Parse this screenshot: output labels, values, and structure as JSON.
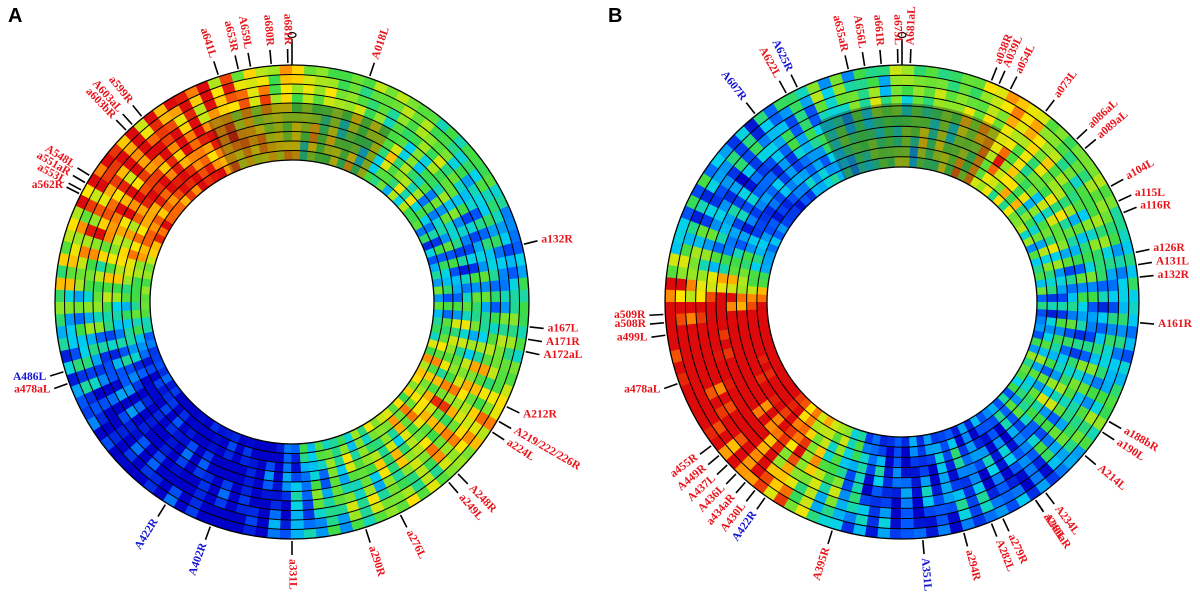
{
  "colors": {
    "red_label": "#e8141b",
    "blue_label": "#1414d2",
    "heat_low": "#0010d8",
    "heat_high": "#e8140c",
    "heat_mid": "#2ecc2e"
  },
  "panels": [
    {
      "letter": "A",
      "labels": [
        {
          "text": "a641L",
          "color": "red"
        },
        {
          "text": "a653R",
          "color": "red"
        },
        {
          "text": "A659L",
          "color": "red"
        },
        {
          "text": "a680R",
          "color": "red"
        },
        {
          "text": "a681R",
          "color": "red"
        },
        {
          "text": "A018L",
          "color": "red"
        },
        {
          "text": "a603bR",
          "color": "red"
        },
        {
          "text": "A603aL",
          "color": "red"
        },
        {
          "text": "a599R",
          "color": "red"
        },
        {
          "text": "a562R",
          "color": "red"
        },
        {
          "text": "a553L",
          "color": "red"
        },
        {
          "text": "a551aR",
          "color": "red"
        },
        {
          "text": "A548L",
          "color": "red"
        },
        {
          "text": "a132R",
          "color": "red"
        },
        {
          "text": "a167L",
          "color": "red"
        },
        {
          "text": "A171R",
          "color": "red"
        },
        {
          "text": "A172aL",
          "color": "red"
        },
        {
          "text": "A486L",
          "color": "blue"
        },
        {
          "text": "a478aL",
          "color": "red"
        },
        {
          "text": "A212R",
          "color": "red"
        },
        {
          "text": "A219/222/226R",
          "color": "red"
        },
        {
          "text": "a224L",
          "color": "red"
        },
        {
          "text": "A248R",
          "color": "red"
        },
        {
          "text": "a249L",
          "color": "red"
        },
        {
          "text": "A422R",
          "color": "blue"
        },
        {
          "text": "A402R",
          "color": "blue"
        },
        {
          "text": "a290R",
          "color": "red"
        },
        {
          "text": "a276L",
          "color": "red"
        },
        {
          "text": "a331L",
          "color": "red"
        }
      ]
    },
    {
      "letter": "B",
      "labels": [
        {
          "text": "a635aR",
          "color": "red"
        },
        {
          "text": "A656L",
          "color": "red"
        },
        {
          "text": "a661R",
          "color": "red"
        },
        {
          "text": "a675L",
          "color": "red"
        },
        {
          "text": "A681aL",
          "color": "red"
        },
        {
          "text": "a038R",
          "color": "red"
        },
        {
          "text": "A039L",
          "color": "red"
        },
        {
          "text": "a054L",
          "color": "red"
        },
        {
          "text": "A625R",
          "color": "blue"
        },
        {
          "text": "A622L",
          "color": "red"
        },
        {
          "text": "A607R",
          "color": "blue"
        },
        {
          "text": "a073L",
          "color": "red"
        },
        {
          "text": "a086aL",
          "color": "red"
        },
        {
          "text": "a089aL",
          "color": "red"
        },
        {
          "text": "a104L",
          "color": "red"
        },
        {
          "text": "a115L",
          "color": "red"
        },
        {
          "text": "a116R",
          "color": "red"
        },
        {
          "text": "a126R",
          "color": "red"
        },
        {
          "text": "A131L",
          "color": "red"
        },
        {
          "text": "a132R",
          "color": "red"
        },
        {
          "text": "A161R",
          "color": "red"
        },
        {
          "text": "a509R",
          "color": "red"
        },
        {
          "text": "a508R",
          "color": "red"
        },
        {
          "text": "a499L",
          "color": "red"
        },
        {
          "text": "a188bR",
          "color": "red"
        },
        {
          "text": "a190L",
          "color": "red"
        },
        {
          "text": "a478aL",
          "color": "red"
        },
        {
          "text": "A214L",
          "color": "red"
        },
        {
          "text": "a455R",
          "color": "red"
        },
        {
          "text": "A449R",
          "color": "red"
        },
        {
          "text": "A437L",
          "color": "red"
        },
        {
          "text": "A436L",
          "color": "red"
        },
        {
          "text": "a434aR",
          "color": "red"
        },
        {
          "text": "A430L",
          "color": "red"
        },
        {
          "text": "A422R",
          "color": "blue"
        },
        {
          "text": "A234L",
          "color": "red"
        },
        {
          "text": "a240L",
          "color": "red"
        },
        {
          "text": "A395R",
          "color": "red"
        },
        {
          "text": "A351L",
          "color": "blue"
        },
        {
          "text": "a294R",
          "color": "red"
        },
        {
          "text": "A282L",
          "color": "red"
        },
        {
          "text": "a279R",
          "color": "red"
        },
        {
          "text": "A260aR",
          "color": "red"
        }
      ]
    }
  ]
}
